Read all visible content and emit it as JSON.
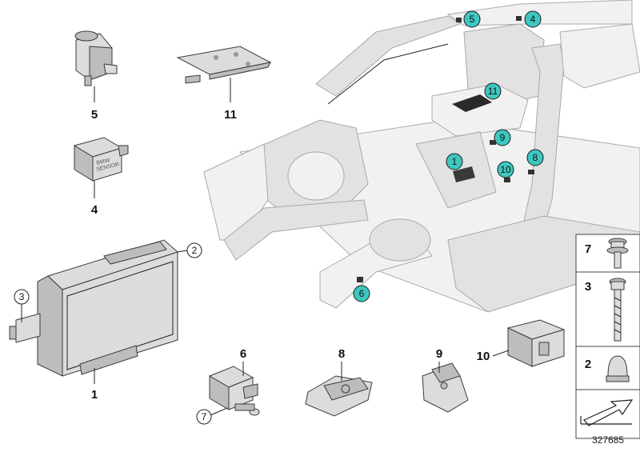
{
  "diagram": {
    "drawing_number": "327685",
    "car_callouts": [
      {
        "id": "c5",
        "text": "5"
      },
      {
        "id": "c4",
        "text": "4"
      },
      {
        "id": "c11",
        "text": "11"
      },
      {
        "id": "c9",
        "text": "9"
      },
      {
        "id": "c1",
        "text": "1"
      },
      {
        "id": "c8",
        "text": "8"
      },
      {
        "id": "c10",
        "text": "10"
      },
      {
        "id": "c6",
        "text": "6"
      }
    ],
    "part_labels": {
      "p5": "5",
      "p11": "11",
      "p4": "4",
      "p1": "1",
      "p2": "2",
      "p3": "3",
      "p6": "6",
      "p7": "7",
      "p8": "8",
      "p9": "9",
      "p10": "10"
    },
    "legend": [
      {
        "number": "7",
        "item": "screw-with-washer"
      },
      {
        "number": "3",
        "item": "long-screw"
      },
      {
        "number": "2",
        "item": "cap-nut"
      }
    ],
    "part_text": {
      "sensor_line1": "BMW",
      "sensor_line2": "SENSOR"
    }
  }
}
